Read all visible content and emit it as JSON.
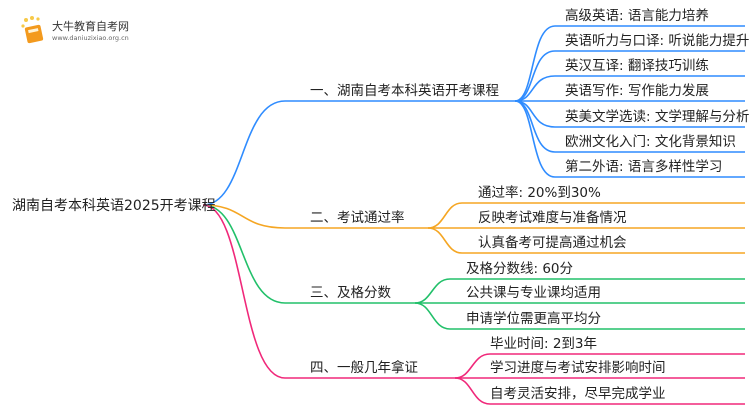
{
  "logo": {
    "title": "大牛教育自考网",
    "url": "www.daniuzixiao.org.cn"
  },
  "colors": {
    "branch1": "#2f8cff",
    "branch2": "#f5a623",
    "branch3": "#22c06a",
    "branch4": "#f0287a"
  },
  "root": "湖南自考本科英语2025开考课程",
  "branches": [
    {
      "label": "一、湖南自考本科英语开考课程",
      "children": [
        "高级英语: 语言能力培养",
        "英语听力与口译: 听说能力提升",
        "英汉互译: 翻译技巧训练",
        "英语写作: 写作能力发展",
        "英美文学选读: 文学理解与分析",
        "欧洲文化入门: 文化背景知识",
        "第二外语: 语言多样性学习"
      ]
    },
    {
      "label": "二、考试通过率",
      "children": [
        "通过率: 20%到30%",
        "反映考试难度与准备情况",
        "认真备考可提高通过机会"
      ]
    },
    {
      "label": "三、及格分数",
      "children": [
        "及格分数线: 60分",
        "公共课与专业课均适用",
        "申请学位需更高平均分"
      ]
    },
    {
      "label": "四、一般几年拿证",
      "children": [
        "毕业时间: 2到3年",
        "学习进度与考试安排影响时间",
        "自考灵活安排，尽早完成学业"
      ]
    }
  ]
}
